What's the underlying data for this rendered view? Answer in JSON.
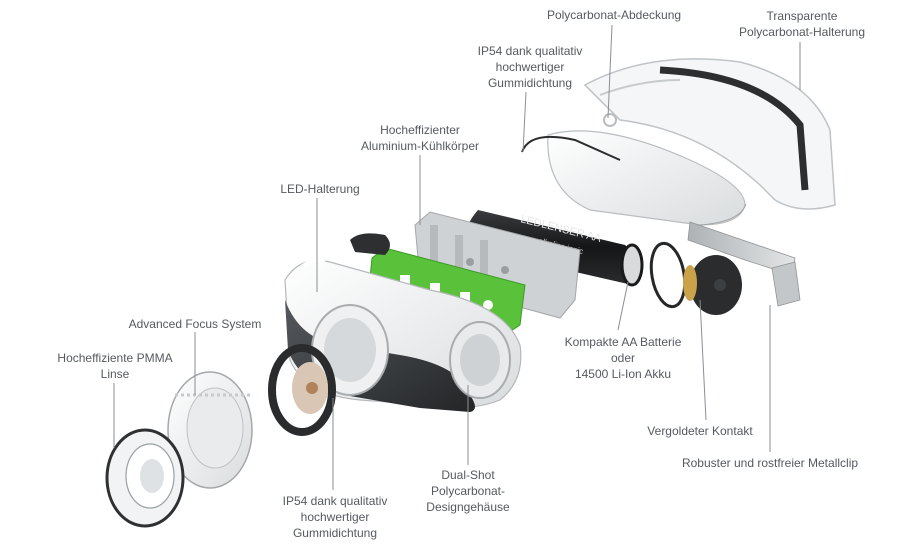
{
  "labels": {
    "polycarbonat_abdeckung": [
      "Polycarbonat-Abdeckung"
    ],
    "transparente_halterung": [
      "Transparente",
      "Polycarbonat-Halterung"
    ],
    "ip54_top": [
      "IP54 dank qualitativ",
      "hochwertiger",
      "Gummidichtung"
    ],
    "kuehlkoerper": [
      "Hocheffizienter",
      "Aluminium-Kühlkörper"
    ],
    "led_halterung": [
      "LED-Halterung"
    ],
    "advanced_focus": [
      "Advanced Focus System"
    ],
    "pmma_linse": [
      "Hocheffiziente PMMA",
      "Linse"
    ],
    "ip54_bottom": [
      "IP54 dank qualitativ",
      "hochwertiger",
      "Gummidichtung"
    ],
    "dual_shot": [
      "Dual-Shot",
      "Polycarbonat-",
      "Designgehäuse"
    ],
    "batterie": [
      "Kompakte AA Batterie",
      "oder",
      "14500 Li-Ion Akku"
    ],
    "kontakt": [
      "Vergoldeter Kontakt"
    ],
    "metallclip": [
      "Robuster und rostfreier Metallclip"
    ]
  },
  "battery_print": {
    "brand": "LEDLENSER AA",
    "type": "alkaline ionic"
  },
  "colors": {
    "housing_white": "#f2f3f4",
    "housing_dark": "#3a3d40",
    "pcb_green": "#59c13a",
    "heatsink_grey": "#c9ccce",
    "battery_black": "#1c1d1f",
    "gold_contact": "#c9a24a",
    "leader_line": "#8a8f94",
    "label_text": "#555a60"
  }
}
